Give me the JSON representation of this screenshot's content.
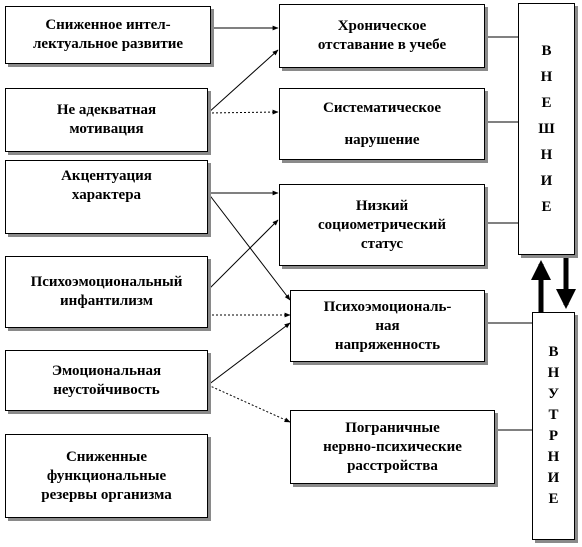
{
  "causes": [
    {
      "id": "c1",
      "text": "Сниженное    интел-\nлектуальное развитие"
    },
    {
      "id": "c2",
      "text": "Не адекватная\nмотивация"
    },
    {
      "id": "c3",
      "text": "Акцентуация\nхарактера"
    },
    {
      "id": "c4",
      "text": "Психоэмоциональный\nинфантилизм"
    },
    {
      "id": "c5",
      "text": "Эмоциональная\nнеустойчивость"
    },
    {
      "id": "c6",
      "text": "Сниженные\nфункциональные\nрезервы организма"
    }
  ],
  "effects": [
    {
      "id": "e1",
      "text": "Хроническое\nотставание в учебе"
    },
    {
      "id": "e2",
      "text": "Систематическое\n\nнарушение"
    },
    {
      "id": "e3",
      "text": "Низкий\nсоциометрический\nстатус"
    },
    {
      "id": "e4",
      "text": "Психоэмоциональ-\nная\nнапряженность"
    },
    {
      "id": "e5",
      "text": "Пограничные\nнервно-психические\nрасстройства"
    }
  ],
  "groups": {
    "external": "В\nН\nЕ\nШ\nН\nИ\nЕ",
    "internal": "В\nН\nУ\nТ\nР\nН\nИ\nЕ"
  }
}
